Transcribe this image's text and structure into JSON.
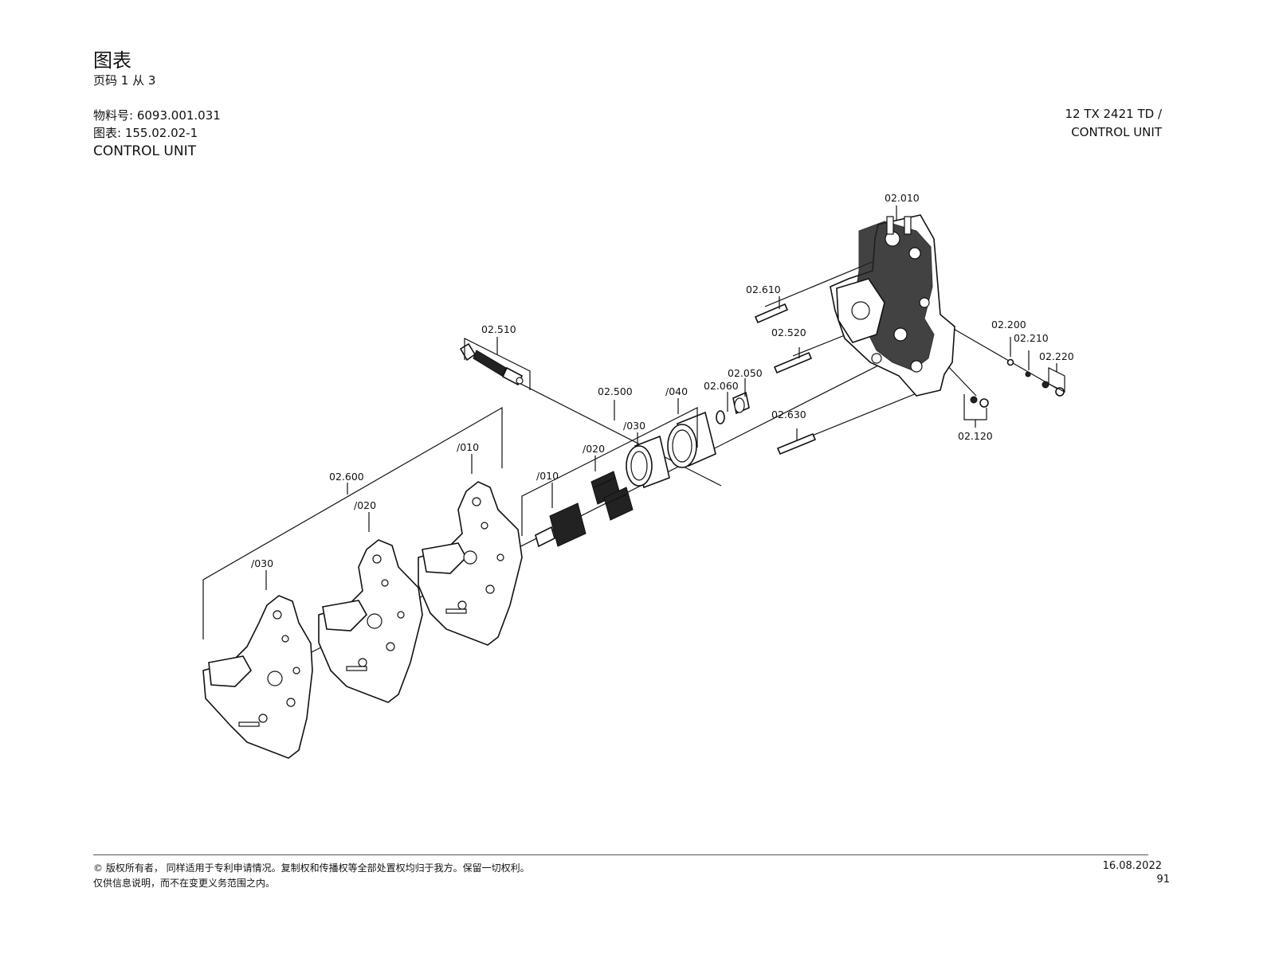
{
  "header": {
    "title": "图表",
    "page_info": "页码 1 从 3",
    "material_label": "物料号: ",
    "material_number": "6093.001.031",
    "diagram_label": "图表: ",
    "diagram_number": "155.02.02-1",
    "section_name": "CONTROL UNIT",
    "model_line1": "12 TX 2421 TD /",
    "model_line2": "CONTROL UNIT"
  },
  "callouts": {
    "c02010": "02.010",
    "c02610": "02.610",
    "c02520": "02.520",
    "c02630": "02.630",
    "c02510": "02.510",
    "c02500": "02.500",
    "c02060": "02.060",
    "c02050": "02.050",
    "c02200": "02.200",
    "c02210": "02.210",
    "c02220": "02.220",
    "c02120": "02.120",
    "c02600": "02.600",
    "s500_040": "/040",
    "s500_030": "/030",
    "s500_020": "/020",
    "s500_010": "/010",
    "s600_010": "/010",
    "s600_020": "/020",
    "s600_030": "/030"
  },
  "footer": {
    "copyright_line1": "© 版权所有者， 同样适用于专利申请情况。复制权和传播权等全部处置权均归于我方。保留一切权利。",
    "copyright_line2": "仅供信息说明，而不在变更义务范围之内。",
    "date": "16.08.2022",
    "page_number": "91"
  }
}
